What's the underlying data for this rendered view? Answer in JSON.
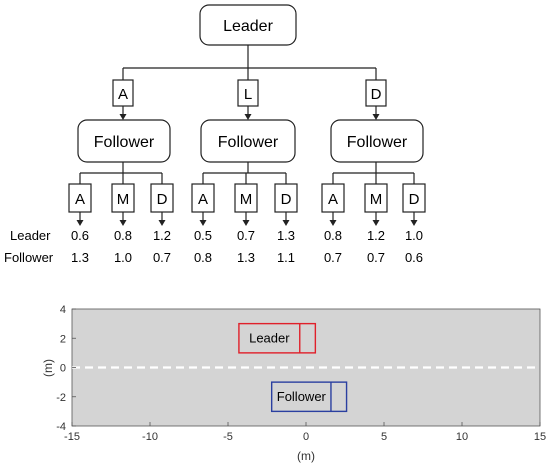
{
  "tree": {
    "root": "Leader",
    "leader_actions": [
      "A",
      "L",
      "D"
    ],
    "follower_label": "Follower",
    "follower_actions": [
      "A",
      "M",
      "D"
    ],
    "payoff_row_labels": [
      "Leader",
      "Follower"
    ],
    "leader_payoffs": [
      "0.6",
      "0.8",
      "1.2",
      "0.5",
      "0.7",
      "1.3",
      "0.8",
      "1.2",
      "1.0"
    ],
    "follower_payoffs": [
      "1.3",
      "1.0",
      "0.7",
      "0.8",
      "1.3",
      "1.1",
      "0.7",
      "0.7",
      "0.6"
    ]
  },
  "road_plot": {
    "xlabel": "(m)",
    "ylabel": "(m)",
    "xlim": [
      -15,
      15
    ],
    "ylim": [
      -4,
      4
    ],
    "xticks": [
      "-15",
      "-10",
      "-5",
      "0",
      "5",
      "10",
      "15"
    ],
    "yticks": [
      "4",
      "2",
      "0",
      "-2",
      "-4"
    ],
    "background_color": "#d4d4d4",
    "lane_line_color": "#ffffff",
    "leader_box": {
      "label": "Leader",
      "color": "#e0202a",
      "x": [
        -4.3,
        0.6
      ],
      "y": [
        1.0,
        3.0
      ],
      "front_x": -0.4
    },
    "follower_box": {
      "label": "Follower",
      "color": "#2a3fa0",
      "x": [
        -2.2,
        2.6
      ],
      "y": [
        -3.0,
        -1.0
      ],
      "front_x": 1.6
    }
  }
}
